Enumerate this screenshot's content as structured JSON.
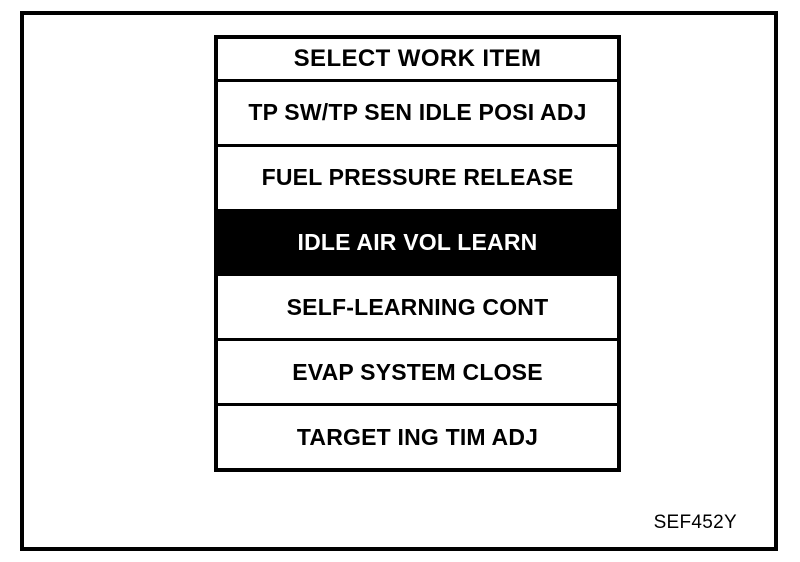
{
  "figure": {
    "caption": "SEF452Y",
    "frame_color": "#000000",
    "background_color": "#ffffff"
  },
  "menu": {
    "title": "SELECT WORK ITEM",
    "selected_index": 3,
    "highlight_background": "#000000",
    "highlight_text_color": "#ffffff",
    "items": [
      {
        "label": "TP SW/TP SEN IDLE POSI ADJ",
        "selected": false
      },
      {
        "label": "FUEL PRESSURE RELEASE",
        "selected": false
      },
      {
        "label": "IDLE AIR VOL LEARN",
        "selected": true
      },
      {
        "label": "SELF-LEARNING CONT",
        "selected": false
      },
      {
        "label": "EVAP SYSTEM CLOSE",
        "selected": false
      },
      {
        "label": "TARGET ING TIM ADJ",
        "selected": false
      }
    ]
  }
}
